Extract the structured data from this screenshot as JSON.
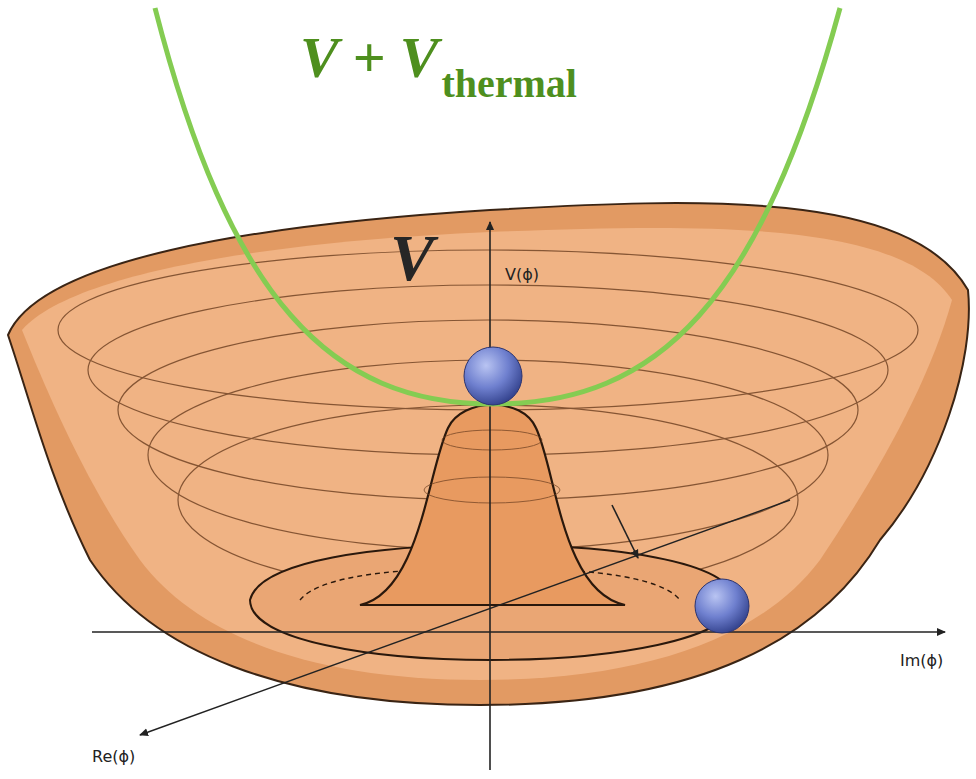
{
  "diagram": {
    "labels": [
      "V + V",
      "thermal",
      "V",
      "V(ϕ)",
      "Re(ϕ)",
      "Im(ϕ)"
    ]
  }
}
